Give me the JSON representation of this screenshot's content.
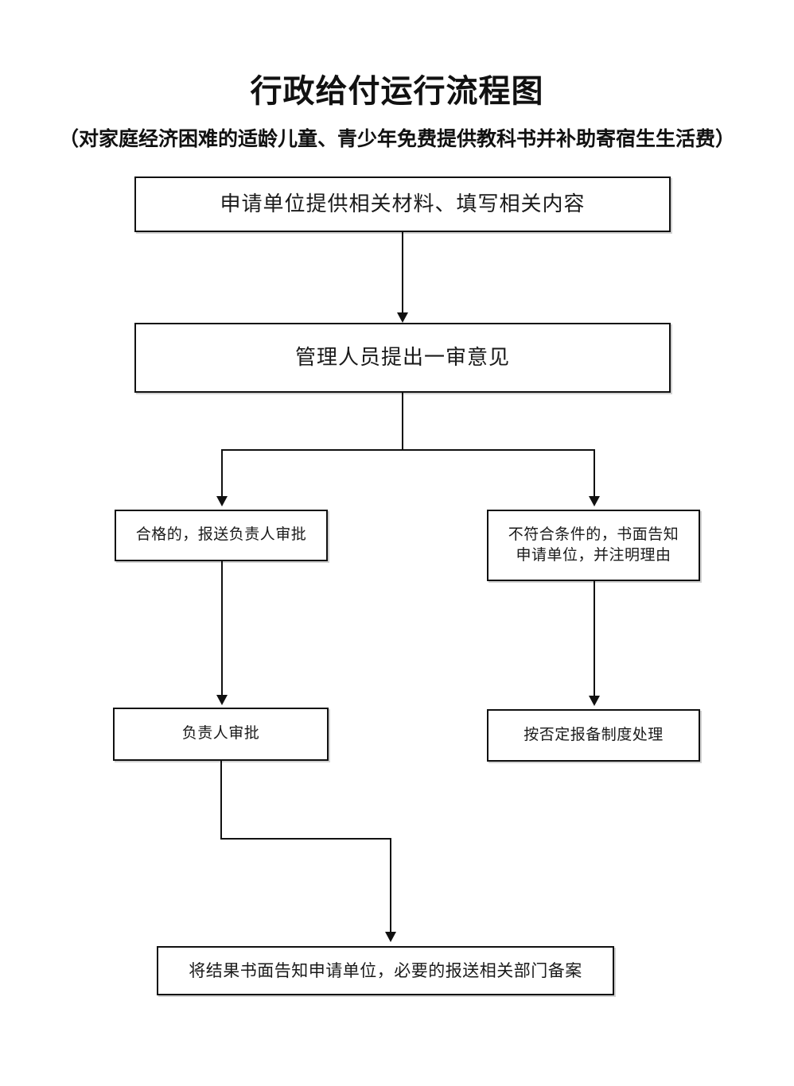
{
  "page": {
    "title": "行政给付运行流程图",
    "subtitle": "（对家庭经济困难的适龄儿童、青少年免费提供教科书并补助寄宿生生活费）",
    "background_color": "#ffffff",
    "line_color": "#111111",
    "text_color": "#1a1a1a"
  },
  "flowchart": {
    "type": "flowchart",
    "orientation": "top-to-bottom",
    "nodes": [
      {
        "id": "n1",
        "label": "申请单位提供相关材料、填写相关内容"
      },
      {
        "id": "n2",
        "label": "管理人员提出一审意见"
      },
      {
        "id": "n3",
        "label": "合格的，报送负责人审批"
      },
      {
        "id": "n4",
        "label": "不符合条件的，书面告知\n申请单位，并注明理由"
      },
      {
        "id": "n5",
        "label": "负责人审批"
      },
      {
        "id": "n6",
        "label": "按否定报备制度处理"
      },
      {
        "id": "n7",
        "label": "将结果书面告知申请单位，必要的报送相关部门备案"
      }
    ],
    "edges": [
      {
        "from": "n1",
        "to": "n2"
      },
      {
        "from": "n2",
        "to": "n3"
      },
      {
        "from": "n2",
        "to": "n4"
      },
      {
        "from": "n3",
        "to": "n5"
      },
      {
        "from": "n4",
        "to": "n6"
      },
      {
        "from": "n5",
        "to": "n7"
      }
    ]
  }
}
